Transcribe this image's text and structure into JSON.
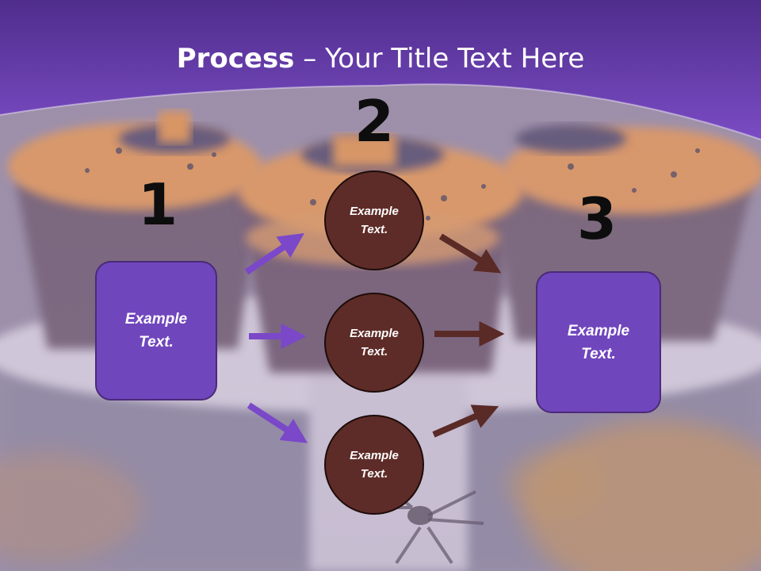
{
  "title": {
    "bold": "Process",
    "rest": " – Your Title Text Here"
  },
  "steps": [
    {
      "number": "1",
      "label": "Example Text."
    },
    {
      "number": "2",
      "items": [
        "Example Text.",
        "Example Text.",
        "Example Text."
      ]
    },
    {
      "number": "3",
      "label": "Example Text."
    }
  ],
  "colors": {
    "header_purple": "#6a3fb4",
    "box_fill": "#7046bd",
    "circle_fill": "#5e2c28",
    "purple_arrow": "#7a48c8",
    "brown_arrow": "#5a2a26"
  }
}
